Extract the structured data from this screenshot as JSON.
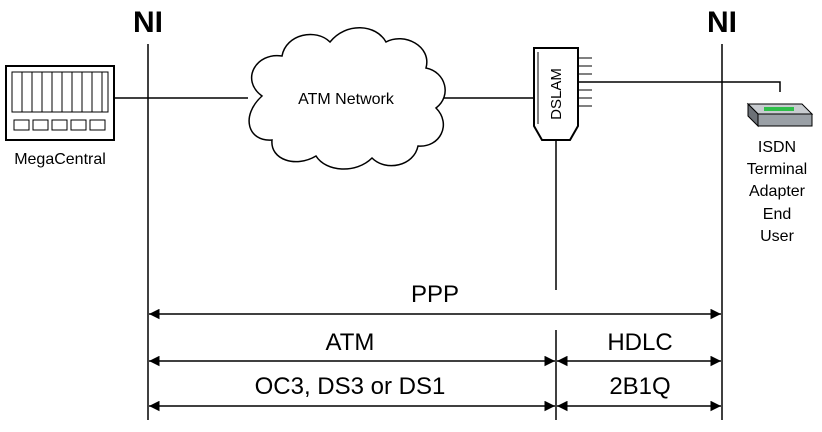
{
  "boundaries": {
    "left_label": "NI",
    "right_label": "NI"
  },
  "nodes": {
    "megacentral": "MegaCentral",
    "atm_network": "ATM Network",
    "dslam": "DSLAM",
    "isdn_adapter_lines": [
      "ISDN",
      "Terminal",
      "Adapter"
    ],
    "end_user_lines": [
      "End",
      "User"
    ]
  },
  "layers": {
    "ppp": "PPP",
    "atm": "ATM",
    "hdlc": "HDLC",
    "physical_left": "OC3, DS3 or DS1",
    "physical_right": "2B1Q"
  },
  "colors": {
    "line": "#000000",
    "adapter_body": "#9aa0a6",
    "adapter_led": "#2fbf4a"
  }
}
